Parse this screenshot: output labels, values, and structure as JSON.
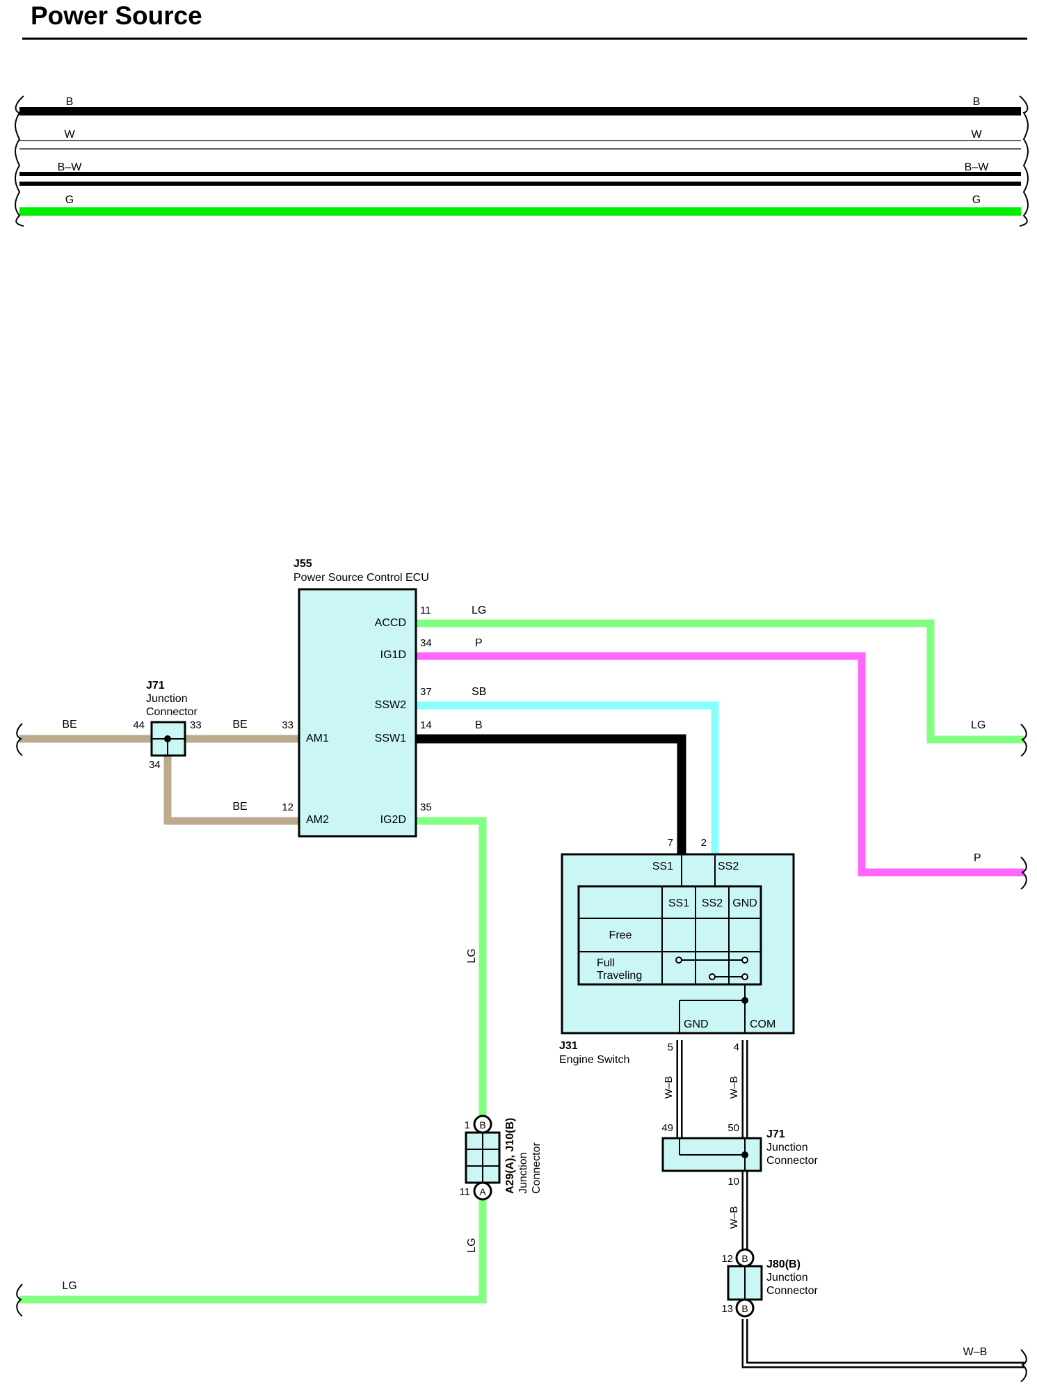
{
  "page": {
    "title": "Power Source"
  },
  "colors": {
    "B": "#000000",
    "W": "#ffffff",
    "G": "#00ee00",
    "LG": "#80ff80",
    "P": "#ff66ff",
    "SB": "#88ffff",
    "BE": "#bca98e",
    "box_fill": "#cbf6f6"
  },
  "legend_wires": [
    {
      "label": "B",
      "color_key": "B"
    },
    {
      "label": "W",
      "color_key": "W"
    },
    {
      "label": "B–W",
      "color_key": "B-W"
    },
    {
      "label": "G",
      "color_key": "G"
    }
  ],
  "components": {
    "j55": {
      "code": "J55",
      "name": "Power Source Control ECU",
      "pins": {
        "accd": "ACCD",
        "ig1d": "IG1D",
        "ssw2": "SSW2",
        "ssw1": "SSW1",
        "am1": "AM1",
        "am2": "AM2",
        "ig2d": "IG2D"
      },
      "pin_numbers": {
        "accd": "11",
        "ig1d": "34",
        "ssw2": "37",
        "ssw1": "14",
        "am1": "33",
        "am2": "12",
        "ig2d": "35"
      }
    },
    "j71_left": {
      "code": "J71",
      "name_line1": "Junction",
      "name_line2": "Connector",
      "pin_numbers": {
        "left": "44",
        "right": "33",
        "bottom": "34"
      }
    },
    "j31": {
      "code": "J31",
      "name": "Engine Switch",
      "pins": {
        "ss1": "SS1",
        "ss2": "SS2",
        "gnd": "GND",
        "com": "COM"
      },
      "pin_numbers": {
        "ss1": "7",
        "ss2": "2",
        "gnd": "5",
        "com": "4"
      },
      "table": {
        "col_ss1": "SS1",
        "col_ss2": "SS2",
        "col_gnd": "GND",
        "row_free": "Free",
        "row_full_1": "Full",
        "row_full_2": "Traveling"
      }
    },
    "a29": {
      "code": "A29(A), J10(B)",
      "name_line1": "Junction",
      "name_line2": "Connector",
      "pin_top": "1",
      "pin_top_connector": "B",
      "pin_bottom": "11",
      "pin_bottom_connector": "A"
    },
    "j71_right": {
      "code": "J71",
      "name_line1": "Junction",
      "name_line2": "Connector",
      "pin_numbers": {
        "left": "49",
        "right": "50",
        "bottom": "10"
      }
    },
    "j80": {
      "code": "J80(B)",
      "name_line1": "Junction",
      "name_line2": "Connector",
      "pin_top": "12",
      "pin_top_connector": "B",
      "pin_bottom": "13",
      "pin_bottom_connector": "B"
    }
  },
  "wire_labels": {
    "lg_top": "LG",
    "p_top": "P",
    "sb": "SB",
    "b_ssw1": "B",
    "be_in": "BE",
    "be_33": "BE",
    "be_12": "BE",
    "lg_right": "LG",
    "p_right": "P",
    "lg_vert_upper": "LG",
    "lg_vert_lower": "LG",
    "lg_bottom": "LG",
    "wb_5": "W–B",
    "wb_4": "W–B",
    "wb_10": "W–B",
    "wb_bottom": "W–B"
  }
}
